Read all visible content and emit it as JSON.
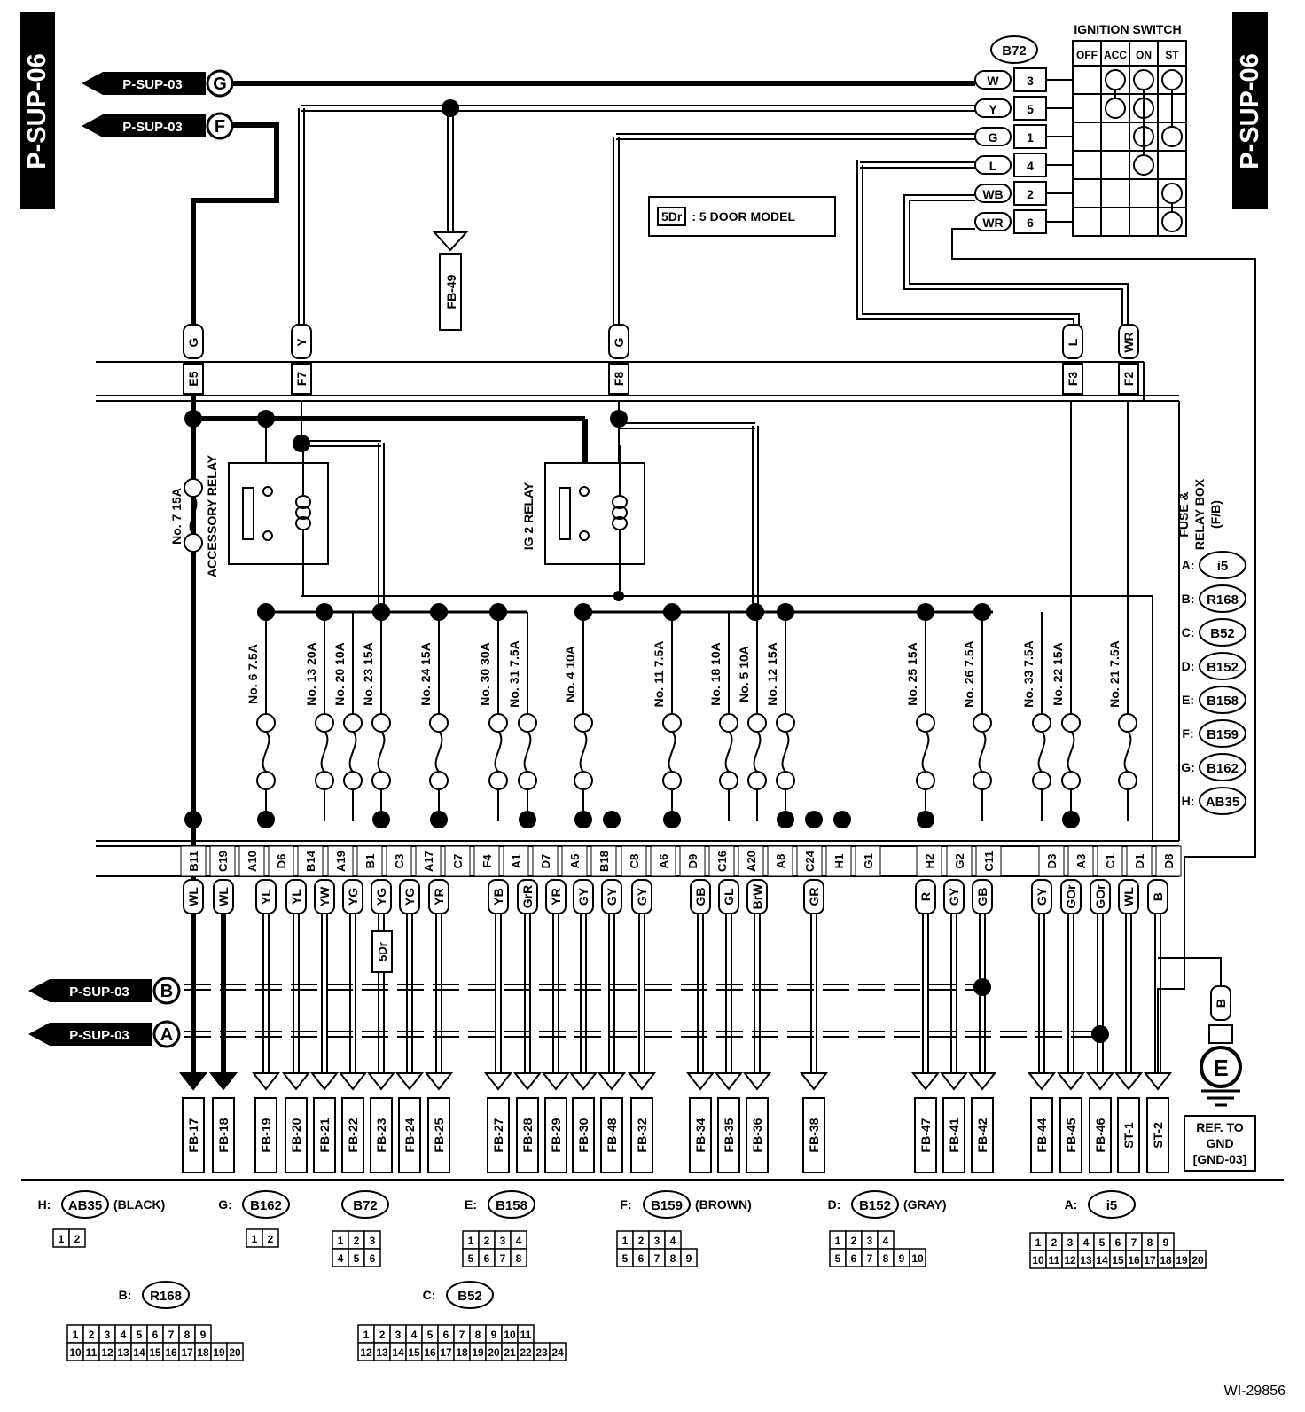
{
  "page": {
    "diagram_id": "WI-29856",
    "page_tag": "P-SUP-06"
  },
  "ignition_switch": {
    "title": "IGNITION SWITCH",
    "connector": "B72",
    "columns": [
      "OFF",
      "ACC",
      "ON",
      "ST"
    ],
    "rows": [
      {
        "color": "W",
        "pin": "3",
        "contacts": [
          "ACC",
          "ON",
          "ST"
        ]
      },
      {
        "color": "Y",
        "pin": "5",
        "contacts": [
          "ACC",
          "ON"
        ]
      },
      {
        "color": "G",
        "pin": "1",
        "contacts": [
          "ON",
          "ST"
        ]
      },
      {
        "color": "L",
        "pin": "4",
        "contacts": [
          "ON"
        ]
      },
      {
        "color": "WB",
        "pin": "2",
        "contacts": [
          "ST"
        ]
      },
      {
        "color": "WR",
        "pin": "6",
        "contacts": [
          "ST"
        ]
      }
    ]
  },
  "left_refs": [
    {
      "label": "P-SUP-03",
      "letter": "G"
    },
    {
      "label": "P-SUP-03",
      "letter": "F"
    },
    {
      "label": "P-SUP-03",
      "letter": "B"
    },
    {
      "label": "P-SUP-03",
      "letter": "A"
    }
  ],
  "note": {
    "tag": "5Dr",
    "text": ": 5 DOOR MODEL"
  },
  "fb49": "FB-49",
  "upper_entries": [
    {
      "color": "G",
      "pin": "E5"
    },
    {
      "color": "Y",
      "pin": "F7"
    },
    {
      "color": "G",
      "pin": "F8"
    },
    {
      "color": "L",
      "pin": "F3"
    },
    {
      "color": "WR",
      "pin": "F2"
    }
  ],
  "relays": [
    "ACCESSORY RELAY",
    "IG 2 RELAY"
  ],
  "fuses": [
    {
      "label": "No. 7 15A"
    },
    {
      "label": "No. 6 7.5A"
    },
    {
      "label": "No. 13 20A"
    },
    {
      "label": "No. 20 10A"
    },
    {
      "label": "No. 23 15A"
    },
    {
      "label": "No. 24 15A"
    },
    {
      "label": "No. 30 30A"
    },
    {
      "label": "No. 31 7.5A"
    },
    {
      "label": "No. 4 10A"
    },
    {
      "label": "No. 11 7.5A"
    },
    {
      "label": "No. 18 10A"
    },
    {
      "label": "No. 5 10A"
    },
    {
      "label": "No. 12 15A"
    },
    {
      "label": "No. 25 15A"
    },
    {
      "label": "No. 26 7.5A"
    },
    {
      "label": "No. 33 7.5A"
    },
    {
      "label": "No. 22 15A"
    },
    {
      "label": "No. 21 7.5A"
    }
  ],
  "lower_pins": [
    "B11",
    "C19",
    "A10",
    "D6",
    "B14",
    "A19",
    "B1",
    "C3",
    "A17",
    "C7",
    "F4",
    "A1",
    "D7",
    "A5",
    "B18",
    "C8",
    "A6",
    "D9",
    "C16",
    "A20",
    "A8",
    "C24",
    "H1",
    "G1",
    "H2",
    "G2",
    "C11",
    "D3",
    "A3",
    "C1",
    "D1",
    "D8"
  ],
  "wire_colors": [
    "WL",
    "WL",
    "YL",
    "YL",
    "YW",
    "YG",
    "YG",
    "YG",
    "YR",
    "YB",
    "GrR",
    "YR",
    "GY",
    "GY",
    "GY",
    "GB",
    "GL",
    "BrW",
    "GR",
    "R",
    "GY",
    "GB",
    "GY",
    "GOr",
    "GOr",
    "WL",
    "B"
  ],
  "fivedoor_tag": "5Dr",
  "destinations": [
    "FB-17",
    "FB-18",
    "FB-19",
    "FB-20",
    "FB-21",
    "FB-22",
    "FB-23",
    "FB-24",
    "FB-25",
    "FB-27",
    "FB-28",
    "FB-29",
    "FB-30",
    "FB-48",
    "FB-32",
    "FB-34",
    "FB-35",
    "FB-36",
    "FB-38",
    "FB-47",
    "FB-41",
    "FB-42",
    "FB-44",
    "FB-45",
    "FB-46",
    "ST-1",
    "ST-2"
  ],
  "ground": {
    "wire": "B",
    "symbol": "E",
    "ref": [
      "REF. TO",
      "GND",
      "[GND-03]"
    ]
  },
  "fuse_box": {
    "title": [
      "FUSE &",
      "RELAY BOX",
      "(F/B)"
    ],
    "connectors": [
      {
        "letter": "A:",
        "id": "i5"
      },
      {
        "letter": "B:",
        "id": "R168"
      },
      {
        "letter": "C:",
        "id": "B52"
      },
      {
        "letter": "D:",
        "id": "B152"
      },
      {
        "letter": "E:",
        "id": "B158"
      },
      {
        "letter": "F:",
        "id": "B159"
      },
      {
        "letter": "G:",
        "id": "B162"
      },
      {
        "letter": "H:",
        "id": "AB35"
      }
    ]
  },
  "connector_legend": [
    {
      "letter": "H:",
      "id": "AB35",
      "note": "(BLACK)",
      "pins": [
        [
          "1",
          "2"
        ]
      ]
    },
    {
      "letter": "G:",
      "id": "B162",
      "note": "",
      "pins": [
        [
          "1",
          "2"
        ]
      ]
    },
    {
      "letter": "",
      "id": "B72",
      "note": "",
      "pins": [
        [
          "1",
          "2",
          "3"
        ],
        [
          "4",
          "5",
          "6"
        ]
      ]
    },
    {
      "letter": "E:",
      "id": "B158",
      "note": "",
      "pins": [
        [
          "1",
          "2",
          "3",
          "4"
        ],
        [
          "5",
          "6",
          "7",
          "8"
        ]
      ]
    },
    {
      "letter": "F:",
      "id": "B159",
      "note": "(BROWN)",
      "pins": [
        [
          "1",
          "2",
          "3",
          "4"
        ],
        [
          "5",
          "6",
          "7",
          "8",
          "9"
        ]
      ]
    },
    {
      "letter": "D:",
      "id": "B152",
      "note": "(GRAY)",
      "pins": [
        [
          "1",
          "2",
          "3",
          "4"
        ],
        [
          "5",
          "6",
          "7",
          "8",
          "9",
          "10"
        ]
      ]
    },
    {
      "letter": "A:",
      "id": "i5",
      "note": "",
      "pins": [
        [
          "1",
          "2",
          "3",
          "4",
          "5",
          "6",
          "7",
          "8",
          "9"
        ],
        [
          "10",
          "11",
          "12",
          "13",
          "14",
          "15",
          "16",
          "17",
          "18",
          "19",
          "20"
        ]
      ]
    },
    {
      "letter": "B:",
      "id": "R168",
      "note": "",
      "pins": [
        [
          "1",
          "2",
          "3",
          "4",
          "5",
          "6",
          "7",
          "8",
          "9"
        ],
        [
          "10",
          "11",
          "12",
          "13",
          "14",
          "15",
          "16",
          "17",
          "18",
          "19",
          "20"
        ]
      ]
    },
    {
      "letter": "C:",
      "id": "B52",
      "note": "",
      "pins": [
        [
          "1",
          "2",
          "3",
          "4",
          "5",
          "6",
          "7",
          "8",
          "9",
          "10",
          "11"
        ],
        [
          "12",
          "13",
          "14",
          "15",
          "16",
          "17",
          "18",
          "19",
          "20",
          "21",
          "22",
          "23",
          "24"
        ]
      ]
    }
  ]
}
